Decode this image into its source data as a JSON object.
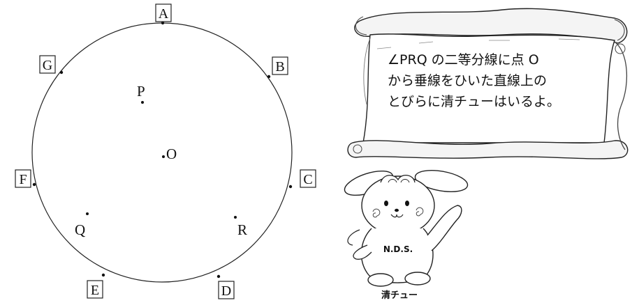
{
  "doors": [
    "A",
    "B",
    "C",
    "D",
    "E",
    "F",
    "G"
  ],
  "points": [
    "P",
    "O",
    "Q",
    "R"
  ],
  "scroll": {
    "lines": [
      "∠PRQ の二等分線に点 O",
      "から垂線をひいた直線上の",
      "とびらに清チューはいるよ。"
    ]
  },
  "character": {
    "shirt_text": "N.D.S.",
    "name": "清チュー"
  }
}
